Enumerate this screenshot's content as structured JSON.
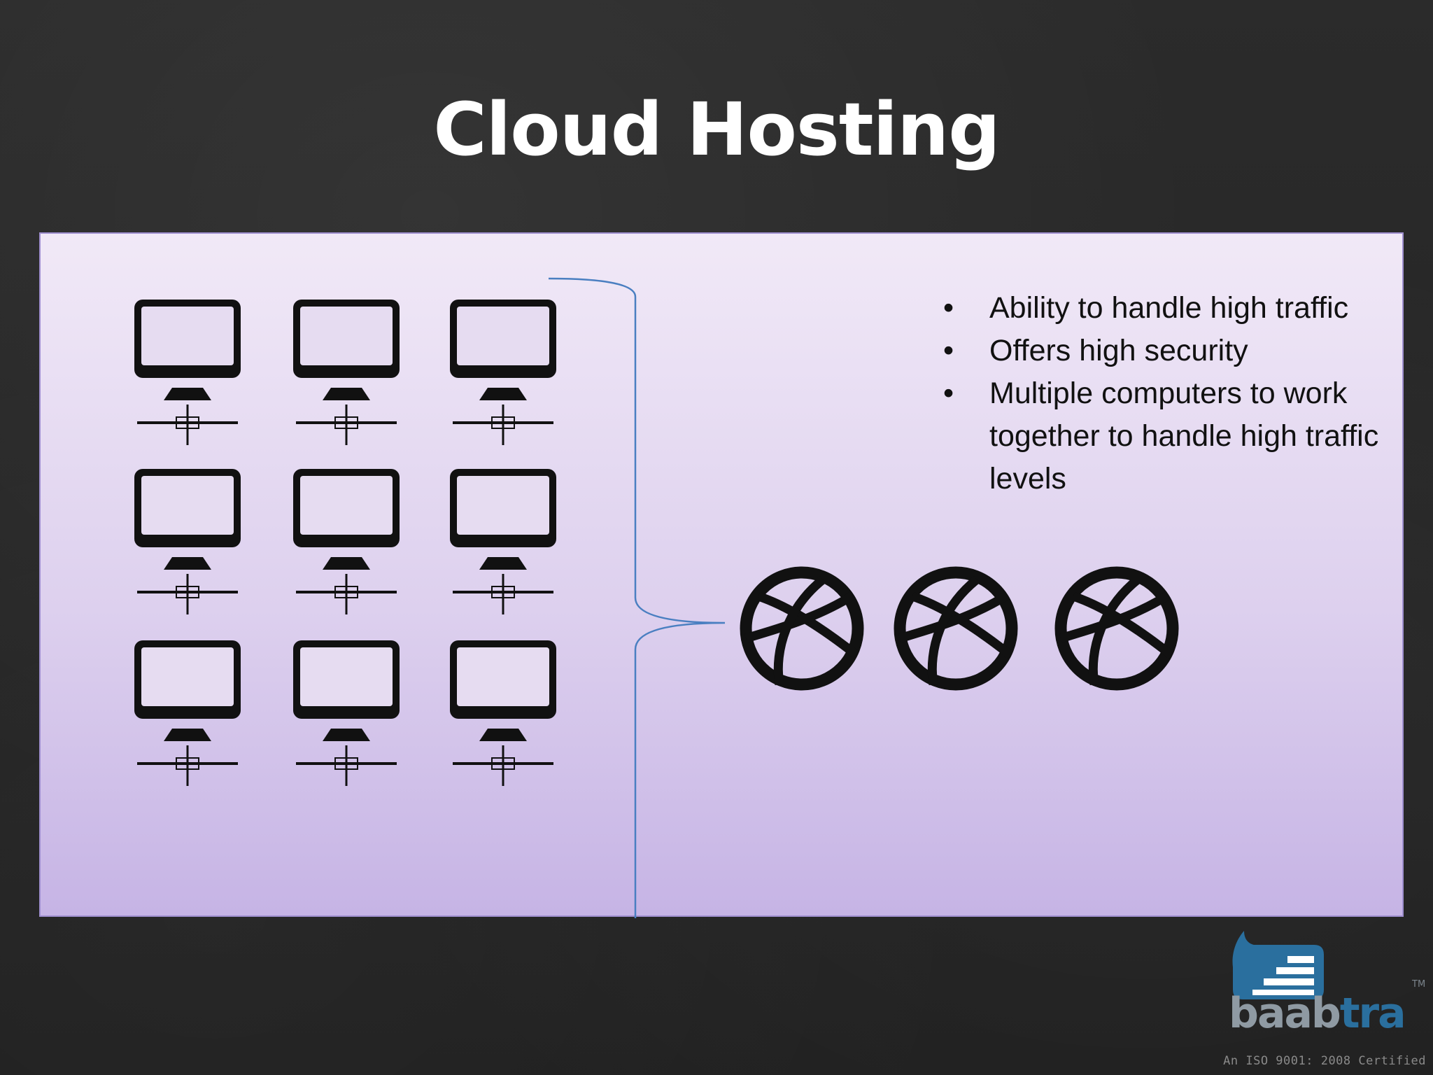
{
  "slide": {
    "title": "Cloud Hosting",
    "bullets": [
      "Ability to handle high traffic",
      "Offers high security",
      "Multiple computers to work together to handle high traffic levels"
    ],
    "bullet_glyph": "•"
  },
  "diagram": {
    "computer_rows": 3,
    "computer_columns": 3,
    "globe_count": 3,
    "icon_names": [
      "computer-icon",
      "globe-icon"
    ],
    "bracket_color": "#4a7fc1",
    "icon_color": "#111111"
  },
  "branding": {
    "logo_text_main": "baab",
    "logo_text_accent": "tra",
    "logo_tm": "TM",
    "certification": "An ISO 9001: 2008 Certified"
  },
  "colors": {
    "background": "#2a2a2a",
    "panel_top": "#f1e9f7",
    "panel_bottom": "#c6b4e5",
    "title": "#ffffff",
    "logo_blue": "#2a6f9e",
    "logo_grey": "#8f9aa3"
  }
}
